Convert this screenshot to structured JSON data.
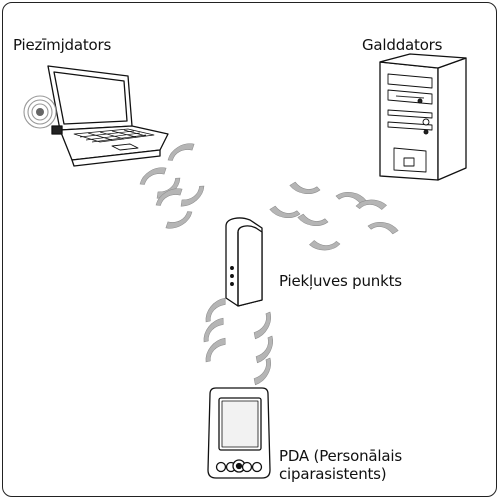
{
  "labels": {
    "laptop": "Piezīmjdators",
    "desktop": "Galddators",
    "access_point": "Piekļuves punkts",
    "pda_line1": "PDA (Personālais",
    "pda_line2": "ciparasistents)"
  },
  "colors": {
    "stroke": "#111111",
    "wave": "#b5b5b5",
    "frame": "#222222",
    "background": "#ffffff"
  },
  "icons": [
    "laptop-icon",
    "desktop-tower-icon",
    "access-point-icon",
    "pda-icon",
    "wireless-signal-icon"
  ]
}
